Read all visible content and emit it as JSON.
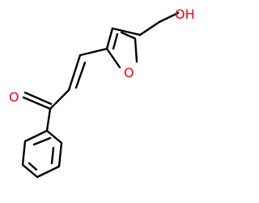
{
  "atoms": {
    "hydroxyl": "OH",
    "furan_oxygen": "O",
    "carbonyl_oxygen": "O"
  },
  "colors": {
    "bond": "#000000",
    "oxygen": "#ff0000",
    "background": "#ffffff"
  }
}
